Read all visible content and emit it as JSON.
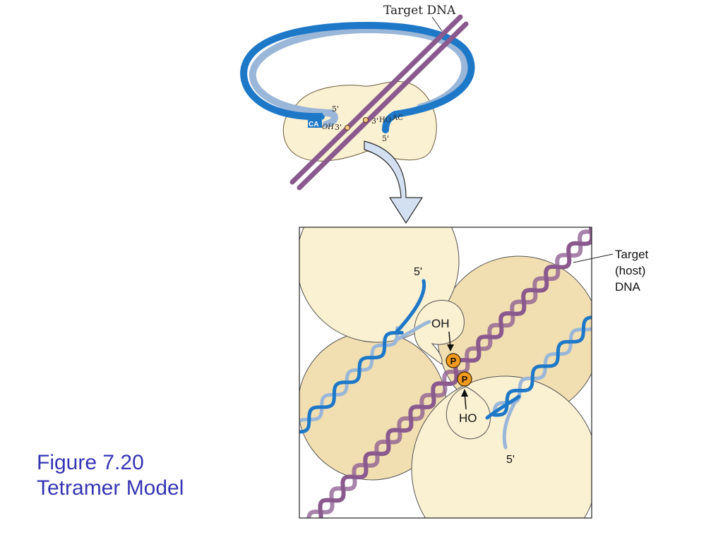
{
  "caption": {
    "line1": "Figure 7.20",
    "line2": "Tetramer Model"
  },
  "top_panel": {
    "target_dna_label": "Target DNA",
    "left_end": {
      "five_prime": "5'",
      "ca": "CA",
      "oh": "OH",
      "three_prime": "3'"
    },
    "right_end": {
      "three_prime": "3'",
      "ho": "HO",
      "ac": "AC",
      "five_prime": "5'"
    }
  },
  "bottom_panel": {
    "target_label_line1": "Target",
    "target_label_line2": "(host)",
    "target_label_line3": "DNA",
    "upper_five_prime": "5'",
    "oh": "OH",
    "ho": "HO",
    "lower_five_prime": "5'",
    "phosphate_1": "P",
    "phosphate_2": "P"
  },
  "colors": {
    "protein_light": "#faf0d2",
    "protein_dark": "#f1dfb2",
    "target_dna": "#8a5a8e",
    "viral_dna_dark": "#1e78c8",
    "viral_dna_light": "#9ab6d8",
    "arrow_fill": "#d3e0f1",
    "phosphate": "#f29a1e",
    "caption": "#3535b5"
  }
}
